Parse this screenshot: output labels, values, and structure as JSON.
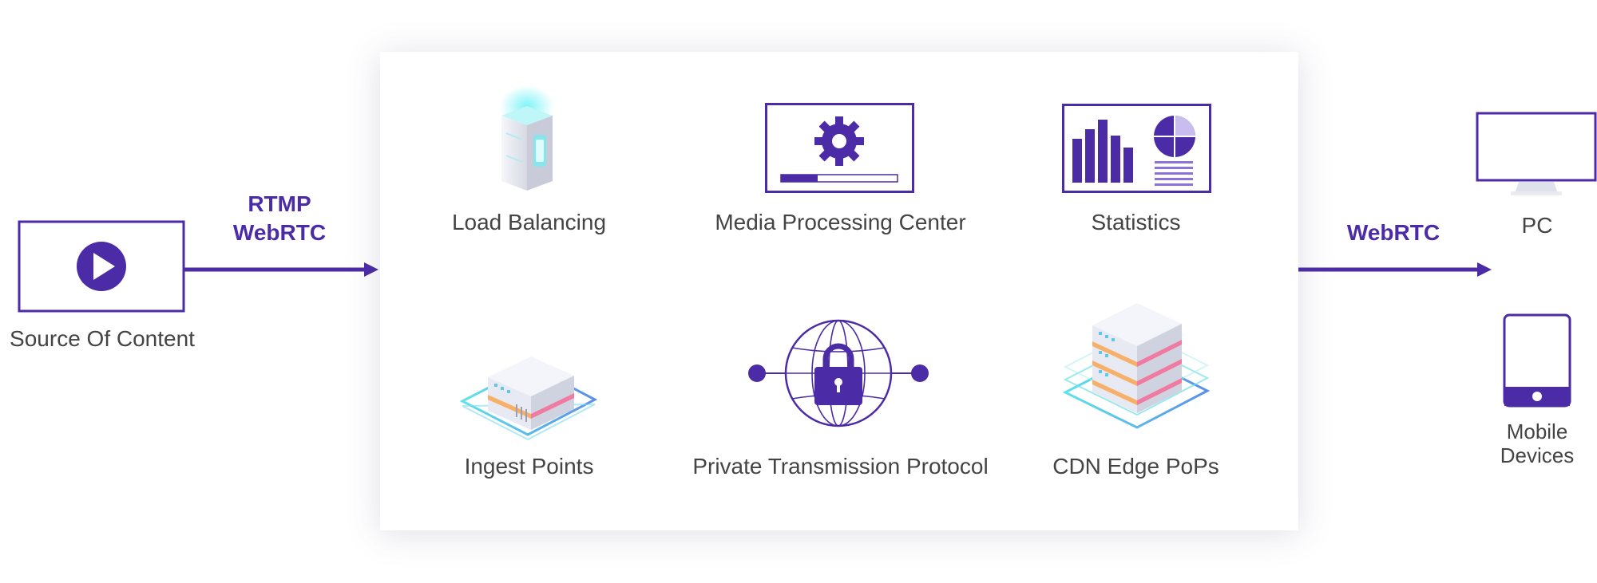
{
  "source": {
    "label": "Source Of Content"
  },
  "ingress": {
    "protocols": [
      "RTMP",
      "WebRTC"
    ]
  },
  "egress": {
    "protocol": "WebRTC"
  },
  "platform": {
    "load_balancing": "Load Balancing",
    "media_processing": "Media Processing Center",
    "statistics": "Statistics",
    "ingest_points": "Ingest Points",
    "private_protocol": "Private Transmission Protocol",
    "cdn_edge": "CDN Edge PoPs"
  },
  "clients": {
    "pc": "PC",
    "mobile_line1": "Mobile",
    "mobile_line2": "Devices"
  },
  "colors": {
    "primary": "#4b2ba6",
    "lavender": "#c9bdf0",
    "text": "#444444",
    "teal": "#5fe3e8",
    "pink": "#f07aa0",
    "orange": "#f7b06a"
  },
  "icons": [
    "play-icon",
    "server-tower-icon",
    "gear-icon",
    "bar-chart-icon",
    "pie-chart-icon",
    "server-stack-icon",
    "padlock-icon",
    "globe-icon",
    "server-rack-icon",
    "monitor-icon",
    "tablet-icon"
  ]
}
